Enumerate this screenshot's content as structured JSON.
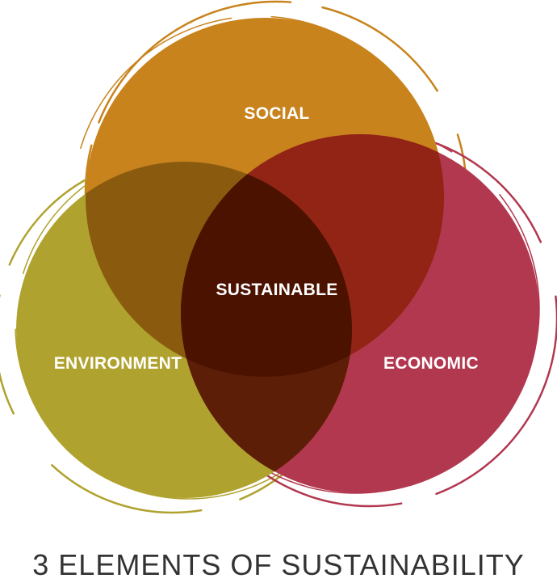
{
  "diagram": {
    "type": "venn",
    "sets": [
      {
        "label": "SOCIAL",
        "color": "#c8831c"
      },
      {
        "label": "ENVIRONMENT",
        "color": "#b0a22f"
      },
      {
        "label": "ECONOMIC",
        "color": "#b2384f"
      }
    ],
    "center_label": "SUSTAINABLE",
    "overlap_colors": {
      "social_environment": "#8a5a0f",
      "social_economic": "#922415",
      "environment_economic": "#5c1e07",
      "center": "#4b1200"
    }
  },
  "caption": "3 ELEMENTS OF SUSTAINABILITY"
}
